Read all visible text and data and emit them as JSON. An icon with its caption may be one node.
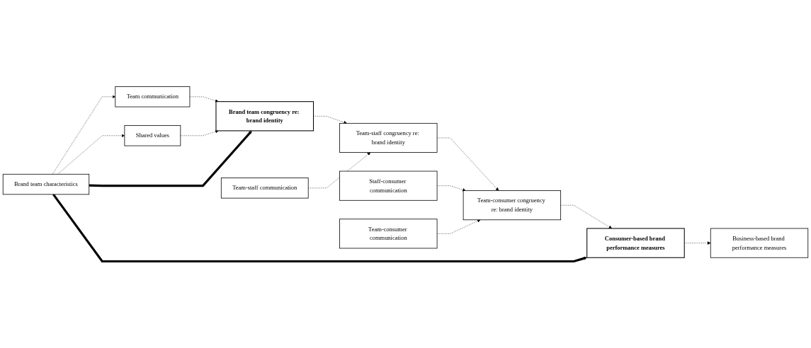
{
  "diagram": {
    "nodes": [
      {
        "text": [
          "Team communication"
        ]
      },
      {
        "text": [
          "Brand team characteristics"
        ]
      },
      {
        "text": [
          "Brand team congruency re: brand identity"
        ]
      },
      {
        "text": [
          "Shared values"
        ]
      },
      {
        "text": [
          "Team-staff communication"
        ]
      },
      {
        "text": [
          "Team-staff congruency re: brand identity"
        ]
      },
      {
        "text": [
          "Staff-consumer communication"
        ]
      },
      {
        "text": [
          "Team-consumer congruency re: brand identity"
        ]
      },
      {
        "text": [
          "Team-consumer communication"
        ]
      },
      {
        "text": [
          "Consumer-based brand performance measures"
        ]
      },
      {
        "text": [
          "Business-based brand performance measures"
        ]
      }
    ],
    "edges": [
      {
        "from": 1,
        "to": 0,
        "arrow": "to",
        "style": "dashed"
      },
      {
        "from": 0,
        "to": 2,
        "arrow": "to",
        "style": "dashed"
      },
      {
        "from": 1,
        "to": 3,
        "arrow": "to",
        "style": "dashed"
      },
      {
        "from": 3,
        "to": 2,
        "arrow": "to",
        "style": "dashed"
      },
      {
        "from": 1,
        "to": 2,
        "arrow": "to",
        "style": "thick"
      },
      {
        "from": 2,
        "to": 5,
        "arrow": "to",
        "style": "dashed"
      },
      {
        "from": 4,
        "to": 5,
        "arrow": "to",
        "style": "dashed"
      },
      {
        "from": 5,
        "to": 7,
        "arrow": "to",
        "style": "dashed"
      },
      {
        "from": 6,
        "to": 7,
        "arrow": "to",
        "style": "dashed"
      },
      {
        "from": 8,
        "to": 7,
        "arrow": "to",
        "style": "dashed"
      },
      {
        "from": 7,
        "to": 9,
        "arrow": "to",
        "style": "dashed"
      },
      {
        "from": 9,
        "to": 10,
        "arrow": "to",
        "style": "dashed"
      },
      {
        "from": 1,
        "to": 9,
        "arrow": "to",
        "style": "thick"
      }
    ]
  }
}
